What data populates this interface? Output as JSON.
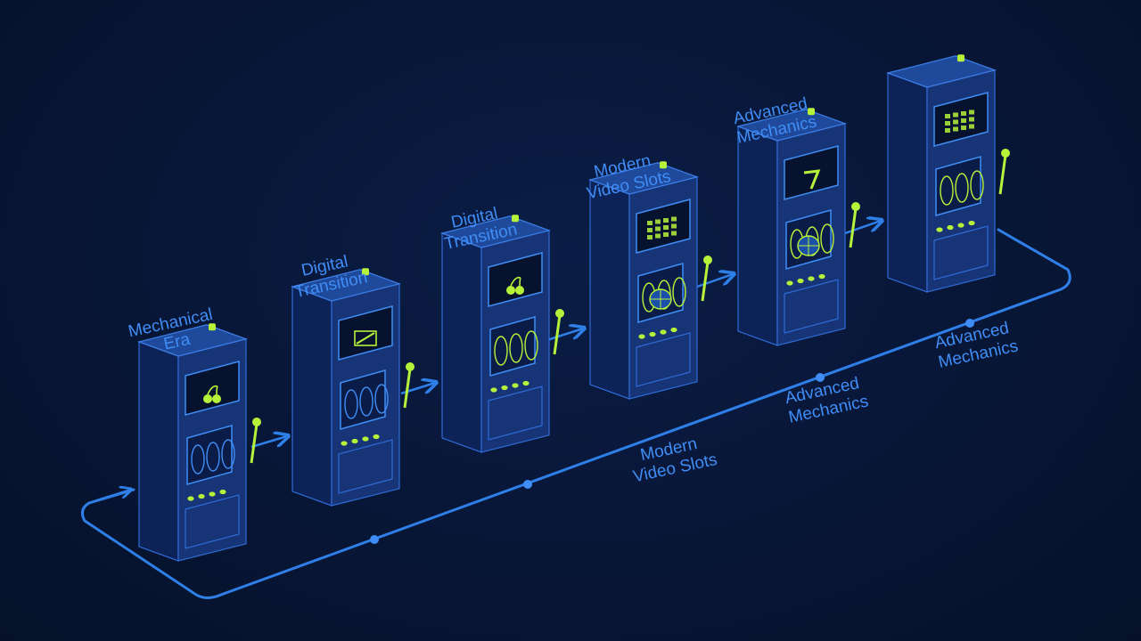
{
  "colors": {
    "background": "#081636",
    "line": "#2f7fe8",
    "label": "#3f8df5",
    "cabinet_side": "#0d2358",
    "cabinet_front": "#163476",
    "cabinet_top": "#1f4a9c",
    "accent": "#b6f23a"
  },
  "machines": [
    {
      "id": "m1",
      "icons": [
        "cherry-icon"
      ],
      "label_lines": [
        "Mechanical",
        "Era"
      ]
    },
    {
      "id": "m2",
      "icons": [
        "reel-icon"
      ],
      "label_lines": [
        "Digital",
        "Transition"
      ]
    },
    {
      "id": "m3",
      "icons": [
        "cherry-icon"
      ],
      "label_lines": [
        "Digital",
        "Transition"
      ]
    },
    {
      "id": "m4",
      "icons": [
        "grid-icon",
        "globe-icon"
      ],
      "label_lines": [
        "Modern",
        "Video Slots"
      ]
    },
    {
      "id": "m5",
      "icons": [
        "seven-icon",
        "globe-icon"
      ],
      "label_lines": [
        "Advanced",
        "Mechanics"
      ]
    },
    {
      "id": "m6",
      "icons": [
        "grid-icon"
      ],
      "label_lines": []
    }
  ],
  "timeline_labels": [
    {
      "id": "t1",
      "lines": [
        "Modern",
        "Video Slots"
      ]
    },
    {
      "id": "t2",
      "lines": [
        "Advanced",
        "Mechanics"
      ]
    },
    {
      "id": "t3",
      "lines": [
        "Advanced",
        "Mechanics"
      ]
    }
  ]
}
